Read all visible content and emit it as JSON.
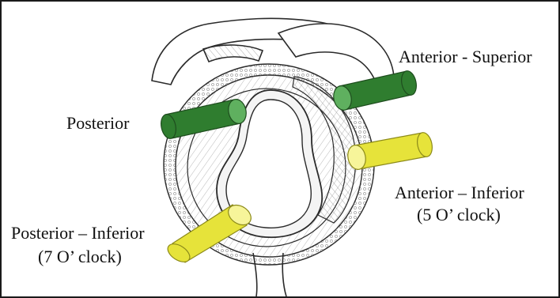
{
  "labels": {
    "anterior_superior": "Anterior - Superior",
    "posterior": "Posterior",
    "anterior_inferior": "Anterior – Inferior",
    "anterior_inferior_clock": "(5 O’ clock)",
    "posterior_inferior": "Posterior – Inferior",
    "posterior_inferior_clock": "(7 O’ clock)"
  },
  "portals": [
    {
      "id": "anterior-superior",
      "color": "green"
    },
    {
      "id": "posterior",
      "color": "green"
    },
    {
      "id": "anterior-inferior",
      "color": "yellow"
    },
    {
      "id": "posterior-inferior",
      "color": "yellow"
    }
  ],
  "colors": {
    "green_body": "#2f7d2f",
    "green_cap": "#5fb05f",
    "yellow_body": "#e6e33a",
    "yellow_cap": "#f7f59a",
    "outline": "#2a2a2a",
    "tissue": "#e4e4e4",
    "frame": "#1a1a1a"
  }
}
